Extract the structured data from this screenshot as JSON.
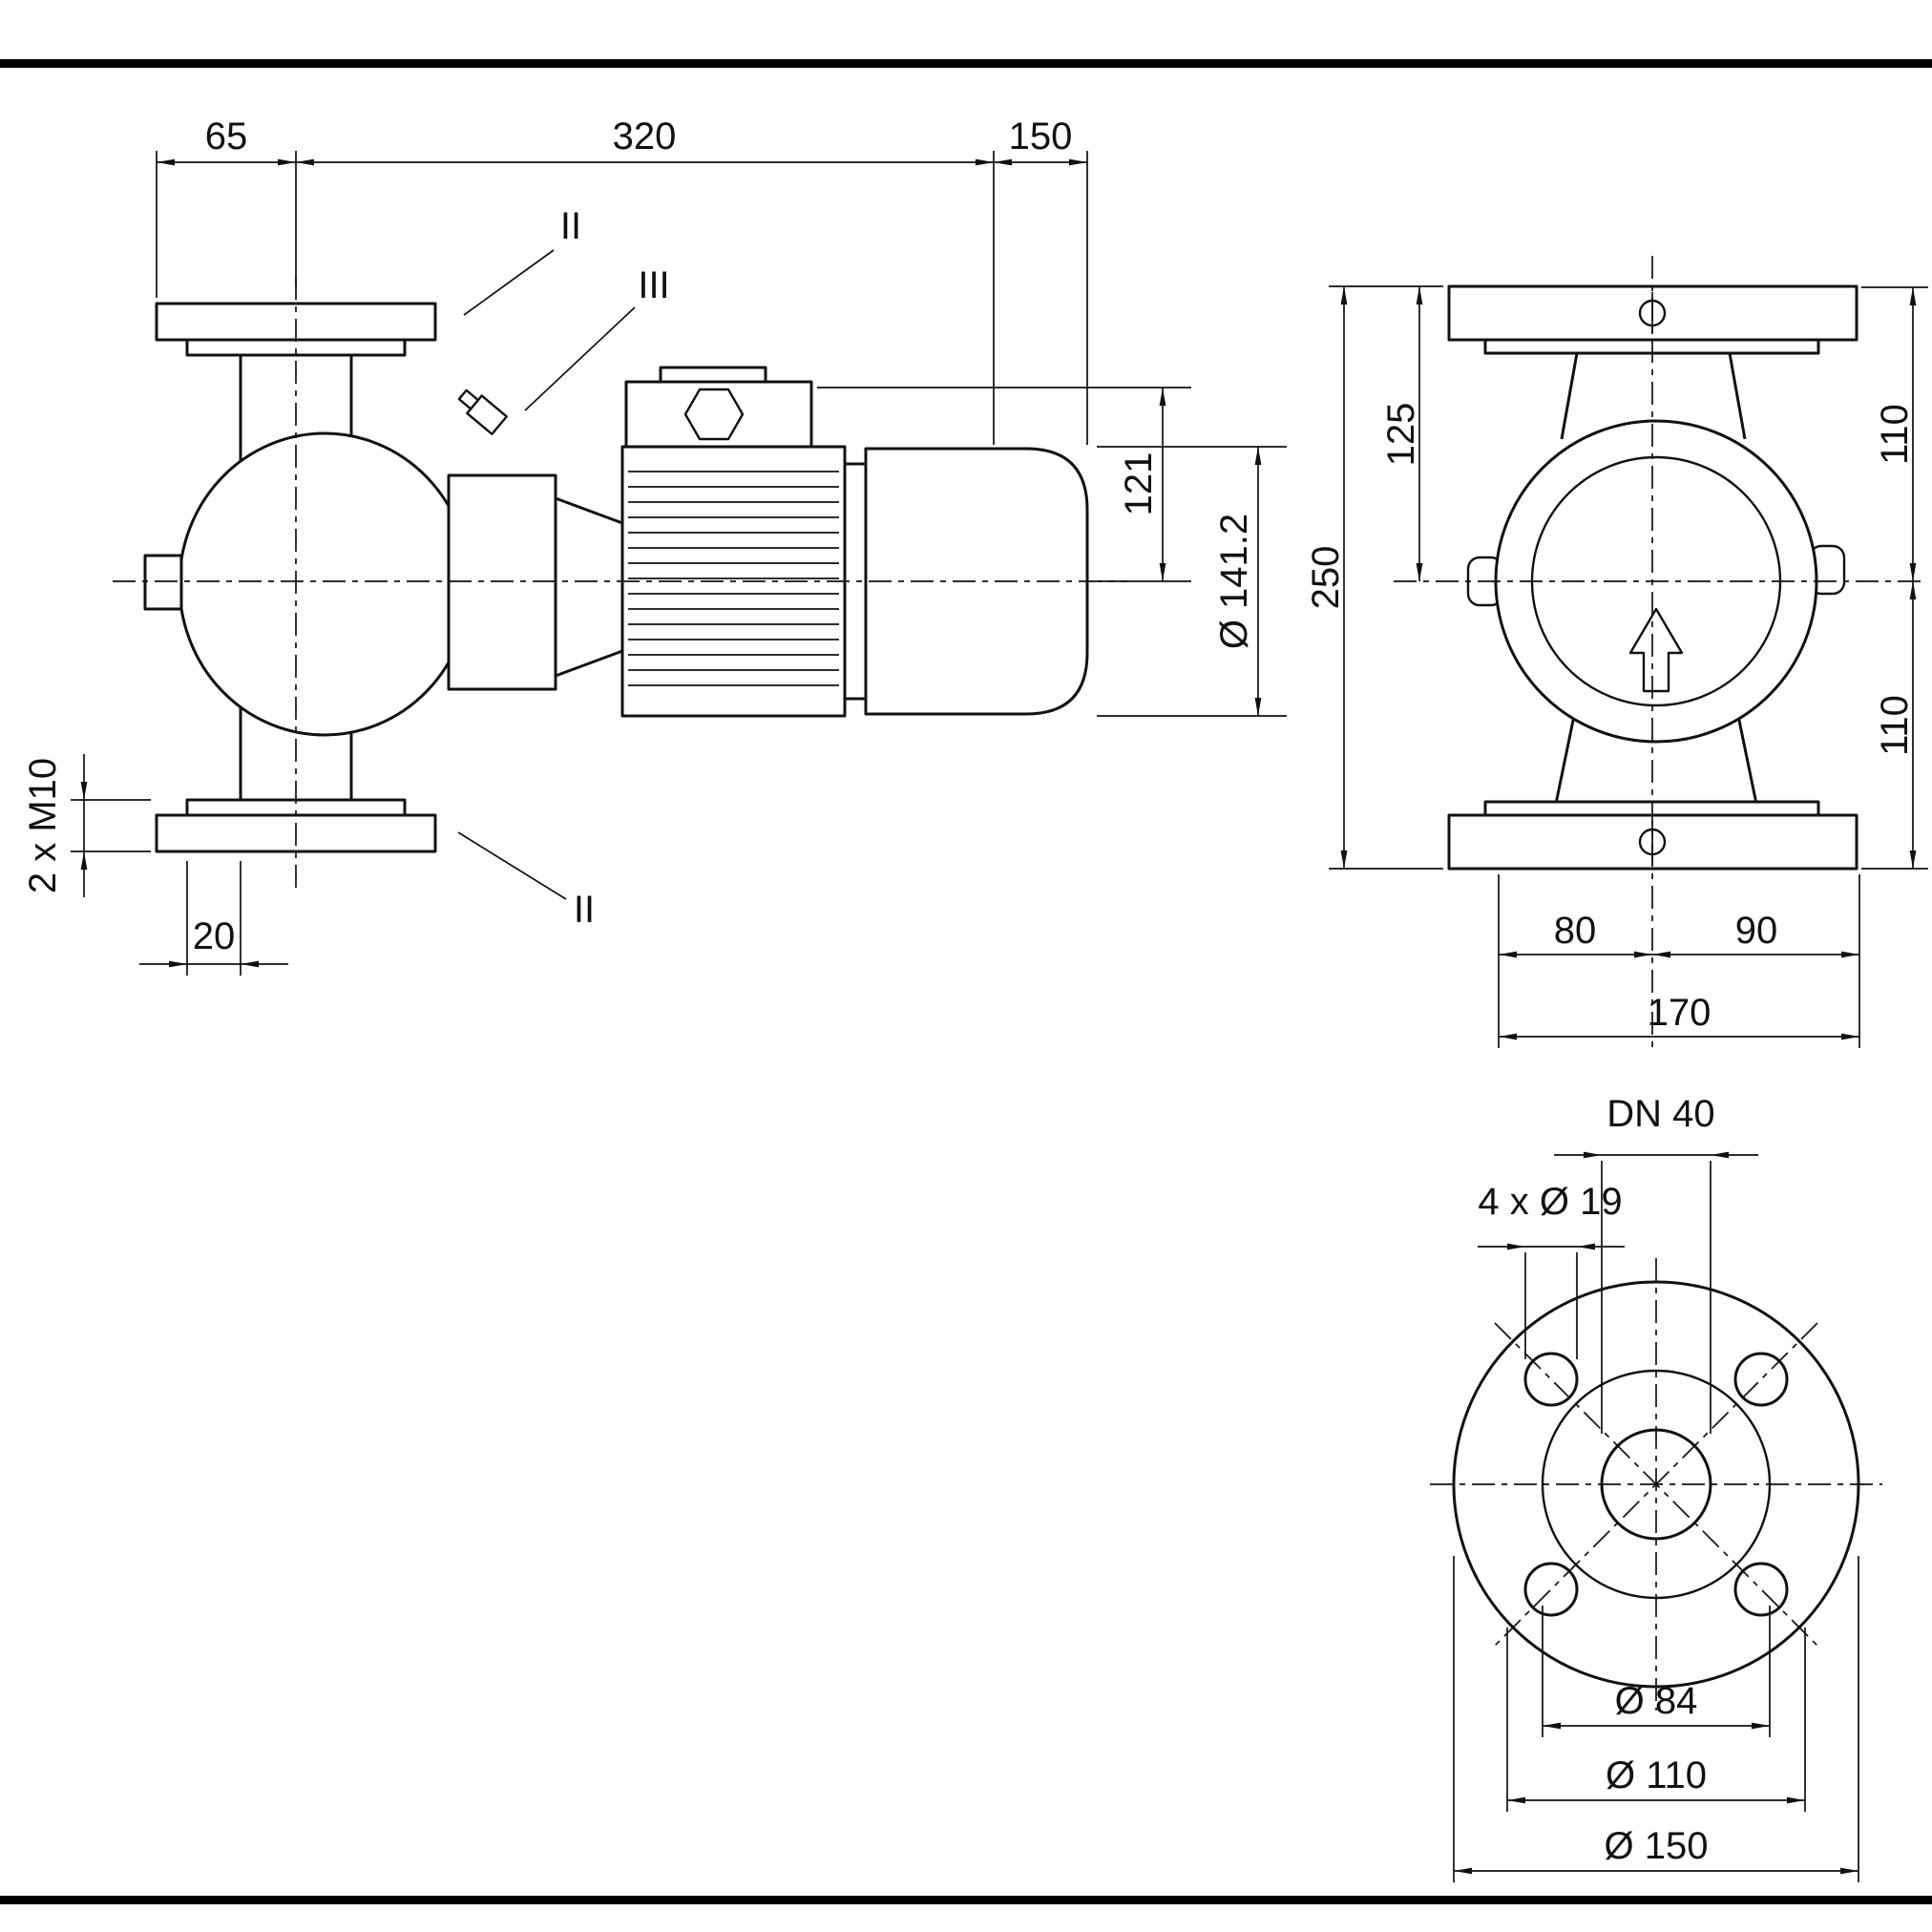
{
  "side_view": {
    "dim_top_left": "65",
    "dim_top_mid": "320",
    "dim_top_right": "150",
    "dim_motor_height": "121",
    "dim_motor_dia": "Ø 141.2",
    "dim_thread": "2 x M10",
    "dim_foot": "20",
    "ref_port_top": "II",
    "ref_vent": "III",
    "ref_port_bottom": "II"
  },
  "front_view": {
    "dim_height_total": "250",
    "dim_height_top": "125",
    "dim_width_right_upper": "110",
    "dim_width_right_lower": "110",
    "dim_foot_left": "80",
    "dim_foot_right": "90",
    "dim_foot_total": "170"
  },
  "flange_view": {
    "nominal": "DN 40",
    "bolt_holes": "4 x Ø 19",
    "dia_raised_face": "Ø 84",
    "dia_bolt_circle": "Ø 110",
    "dia_outer": "Ø 150"
  }
}
